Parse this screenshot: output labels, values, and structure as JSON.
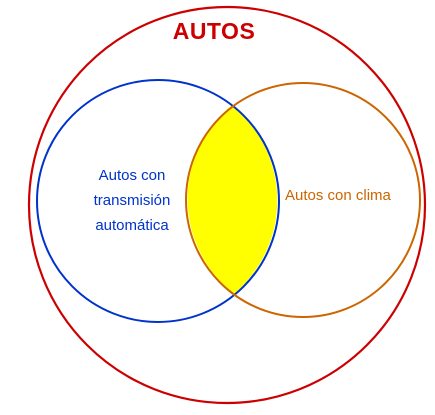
{
  "title": "AUTOS",
  "sets": {
    "universe": {
      "label": "AUTOS",
      "color": "#cc0000"
    },
    "left": {
      "label_lines": [
        "Autos con",
        "transmisión",
        "automática"
      ],
      "color": "#0033cc"
    },
    "right": {
      "label": "Autos con clima",
      "color": "#cc6600"
    },
    "intersection": {
      "color": "#ffff00"
    }
  }
}
